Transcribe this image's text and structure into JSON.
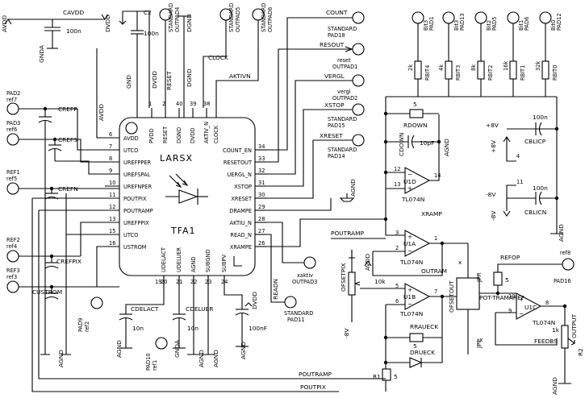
{
  "chip": {
    "name": "LARSX",
    "ref": "TFA1",
    "left_pins": [
      {
        "num": "6",
        "label": "AVDD"
      },
      {
        "num": "7",
        "label": "UTCO"
      },
      {
        "num": "8",
        "label": "UREFPPER"
      },
      {
        "num": "9",
        "label": "UREFSPAL"
      },
      {
        "num": "10",
        "label": "UREFNPER"
      },
      {
        "num": "11",
        "label": "POUTPIX"
      },
      {
        "num": "12",
        "label": "POUTRAMP"
      },
      {
        "num": "13",
        "label": "UREFPPIX"
      },
      {
        "num": "15",
        "label": "UTCO"
      },
      {
        "num": "16",
        "label": "USTROM"
      }
    ],
    "top_pins": [
      {
        "num": "1",
        "label": "PVDD"
      },
      {
        "num": "2",
        "label": "RESET"
      },
      {
        "num": "40",
        "label": "DGND"
      },
      {
        "num": "39",
        "label": "DVDD"
      },
      {
        "num": "38",
        "label": "AKTIV_N"
      },
      {
        "num": "",
        "label": "CLOCK"
      }
    ],
    "right_pins": [
      {
        "num": "34",
        "label": "COUNT_EN"
      },
      {
        "num": "33",
        "label": "RESETOUT"
      },
      {
        "num": "32",
        "label": "UERGL_N"
      },
      {
        "num": "31",
        "label": "XSTOP"
      },
      {
        "num": "30",
        "label": "XRESET"
      },
      {
        "num": "29",
        "label": "DRAMPE"
      },
      {
        "num": "28",
        "label": "AKTIU_N"
      },
      {
        "num": "27",
        "label": "READ_N"
      },
      {
        "num": "26",
        "label": "XRAMPE"
      }
    ],
    "bottom_pins": [
      {
        "num": "20",
        "label": "UDELACT"
      },
      {
        "num": "21",
        "label": "UDELUER"
      },
      {
        "num": "22",
        "label": "AGND"
      },
      {
        "num": "23",
        "label": "SUBGND"
      },
      {
        "num": "24",
        "label": "SUBPV"
      },
      {
        "num": "19",
        "label": ""
      }
    ]
  },
  "supplies": {
    "avdd": "AVDD",
    "dvdd": "DVDD",
    "gnd": "GND",
    "agnd": "AGND",
    "dgnd": "DGND",
    "gnda": "GNDA",
    "cavdd": "CAVDD",
    "c2": "C2",
    "cap100n": "100n",
    "cap100nf": "100nF",
    "plus8v": "+8V",
    "minus8v": "-8V",
    "pin4": "4",
    "pin11": "11"
  },
  "signals": {
    "reset": "RESET",
    "clock": "CLOCK",
    "aktivn": "AKTIVN",
    "count": "COUNT",
    "resout": "RESOUT",
    "vergl": "VERGL",
    "xstop": "XSTOP",
    "xreset": "XRESET",
    "readn": "READN",
    "poutramp": "POUTRAMP",
    "poutpix": "POUTPIX",
    "ofsetpix": "OFSETPIX",
    "ofsetout": "OFSETOUT",
    "pot_tramaref": "POT-TRAMAREF",
    "output": "OUTPUT",
    "feedbs": "FEEDBS",
    "xramp": "XRAMP",
    "outram": "OUTRAM"
  },
  "pads": {
    "pad2": "PAD2",
    "ref7": "ref7",
    "pad3": "PAD3",
    "ref6": "ref6",
    "ref1": "REF1",
    "ref5": "ref5",
    "ref2": "REF2",
    "ref4": "ref4",
    "ref3": "REF3",
    "ref3b": "ref3",
    "pad4_a": "STANDARD",
    "pad4_b": "OUTPAD4",
    "pad5_a": "STANDARD",
    "pad5_b": "OUTPAD5",
    "pad6_a": "STANDARD",
    "pad6_b": "OUTPAD6",
    "pad18_a": "STANDARD",
    "pad18_b": "PAD18",
    "pad1_a": "reset",
    "pad1_b": "OUTPAD1",
    "pad2o_a": "vergl",
    "pad2o_b": "OUTPAD2",
    "pad15_a": "STANDARD",
    "pad15_b": "PAD15",
    "pad14_a": "STANDARD",
    "pad14_b": "PAD14",
    "pad3o_a": "xaktiv",
    "pad3o_b": "OUTPAD3",
    "pad11_a": "STANDARD",
    "pad11_b": "PAD11",
    "pad9": "PAD9",
    "pad9_ref": "ref2",
    "pad10": "PAD10",
    "pad10_ref": "ref1",
    "pad16_a": "ref8",
    "pad16_b": "PAD16",
    "bits": [
      {
        "a": "Bit3",
        "b": "PAD1"
      },
      {
        "a": "Bit3",
        "b": "PAD13"
      },
      {
        "a": "Bit2",
        "b": "PAD5"
      },
      {
        "a": "Bit1",
        "b": "PAD6"
      },
      {
        "a": "Bit0",
        "b": "PAD12"
      }
    ]
  },
  "resistors": {
    "rbit": [
      {
        "val": "2k",
        "name": "RBIT4"
      },
      {
        "val": "4k",
        "name": "RBIT3"
      },
      {
        "val": "8k",
        "name": "RBIT2"
      },
      {
        "val": "16k",
        "name": "RBIT1"
      },
      {
        "val": "32k",
        "name": "RBIT0"
      }
    ],
    "rdown": "RDOWN",
    "rdown_val": "5",
    "rraueck": "RRAUECK",
    "r1": "R1",
    "r2": "R2",
    "jpr": "JPR",
    "jpp": "JPP",
    "refop": "REFOP",
    "val1k": "1k",
    "val10k": "10k",
    "val5": "5",
    "x": "x"
  },
  "caps": {
    "crefp": "CREFP",
    "crefs": "CREFS",
    "crefn": "CREFN",
    "crefpix": "CREFPIX",
    "custrom": "CUSTROM",
    "cdelact": "CDELACT",
    "cdeluer": "CDELUER",
    "val10n": "10n",
    "val10pf": "10pF",
    "cdown": "CDOWN",
    "cblicp": "CBLICP",
    "cblicn": "CBLICN"
  },
  "opamps": {
    "u1d": "U1D",
    "u1a": "U1A",
    "u1b": "U1B",
    "u1c": "U1C",
    "part": "TL074N"
  },
  "diode": "DRUECK"
}
